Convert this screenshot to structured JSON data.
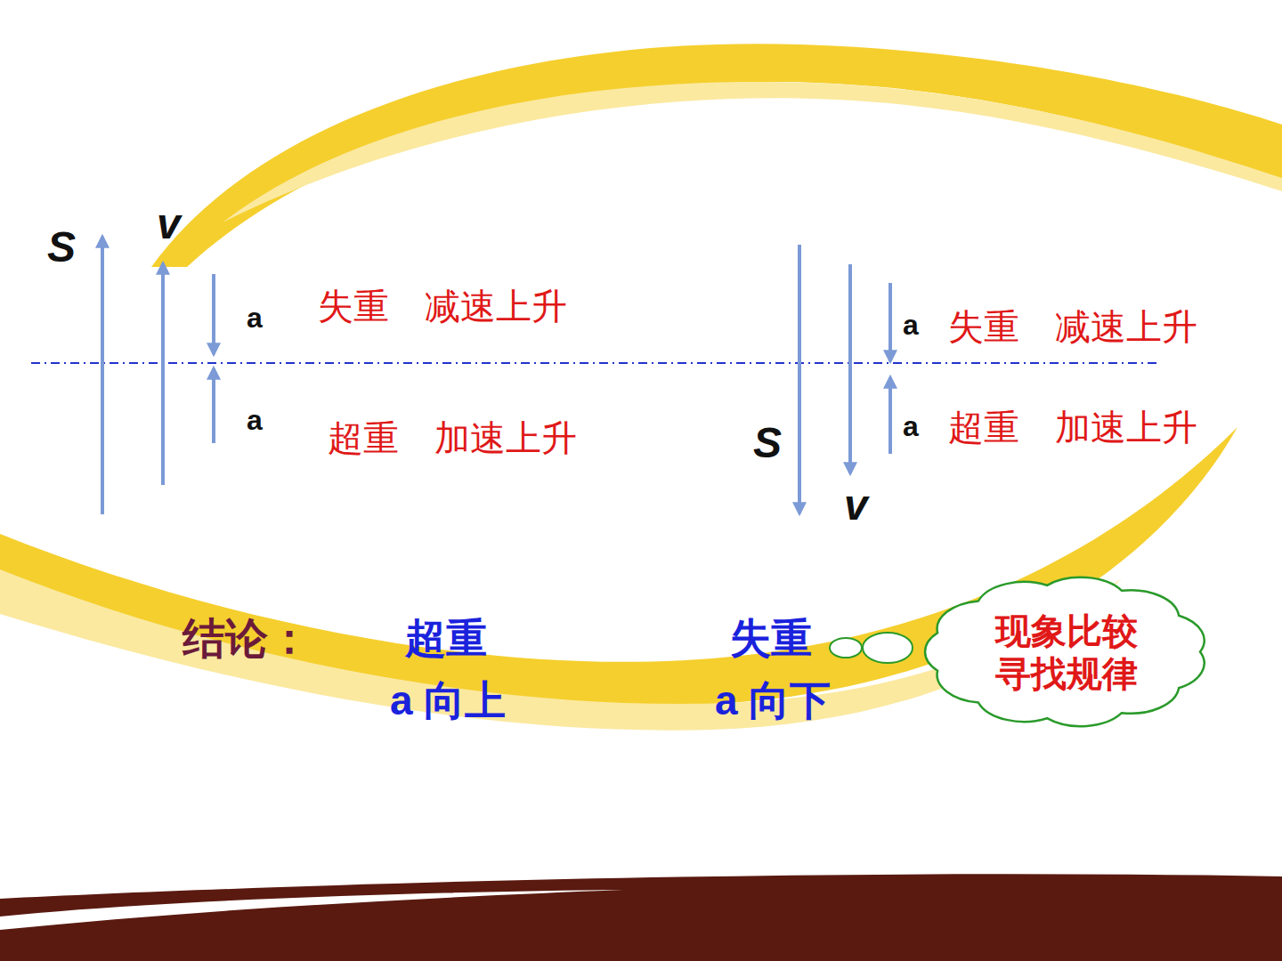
{
  "diagram": {
    "nodes": [
      {
        "text": [
          "现象比较 寻找规律"
        ]
      }
    ],
    "labels": [
      "S",
      "v",
      "a",
      "失重　减速上升",
      "a",
      "超重　加速上升",
      "a",
      "失重　减速上升",
      "a",
      "超重　加速上升",
      "S",
      "v",
      "结论：",
      "超重",
      "a 向上",
      "失重",
      "a 向下"
    ]
  }
}
